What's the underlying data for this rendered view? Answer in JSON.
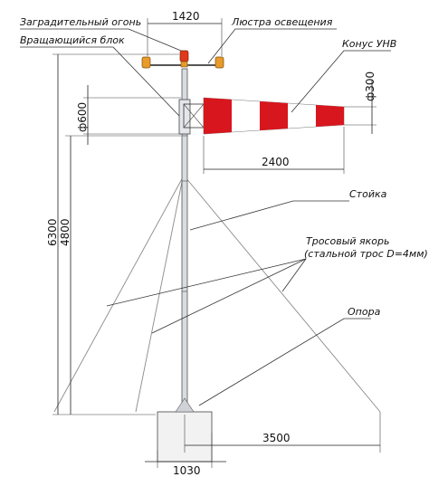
{
  "labels": {
    "obstruction_light": "Заградительный огонь",
    "lighting_fixture": "Люстра освещения",
    "rotating_block": "Вращающийся блок",
    "cone": "Конус УНВ",
    "post": "Стойка",
    "anchor_line1": "Тросовый якорь",
    "anchor_line2": "(стальной трос D=4мм)",
    "support": "Опора"
  },
  "dimensions": {
    "top_width": "1420",
    "cone_diameter": "ф300",
    "ring_diameter": "ф600",
    "cone_length": "2400",
    "total_height": "6300",
    "pole_height": "4800",
    "base_offset": "1030",
    "anchor_distance": "3500"
  },
  "colors": {
    "cone_red": "#d8161e",
    "cone_white": "#ffffff",
    "lamp_amber": "#e89a2a",
    "mast_grey": "#d9dce0"
  }
}
